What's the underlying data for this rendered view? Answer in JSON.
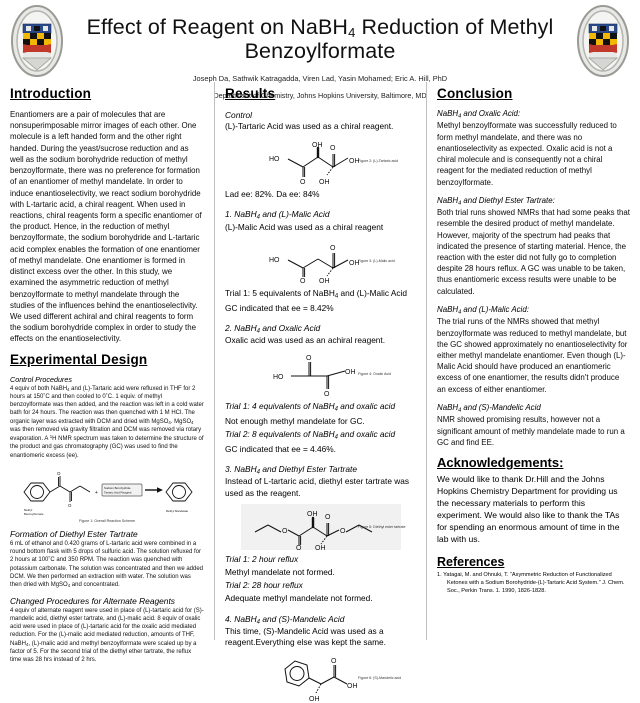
{
  "header": {
    "title_part1": "Effect of Reagent on NaBH",
    "title_sub": "4",
    "title_part2": " Reduction of Methyl Benzoylformate",
    "authors": "Joseph Da, Sathwik Katragadda, Viren Lad, Yasin Mohamed; Eric A. Hill, PhD",
    "department": "Department of Chemistry, Johns Hopkins University, Baltimore, MD",
    "logo_left": "jhu-crest-icon",
    "logo_right": "jhu-crest-icon"
  },
  "introduction": {
    "heading": "Introduction",
    "paragraph": "Enantiomers are a pair of molecules that are nonsuperimposable mirror images of each other. One molecule is a left handed form and the other right handed. During the yeast/sucrose reduction and as well as the sodium borohydride reduction of methyl benzoylformate, there was no preference for formation of an enantiomer of methyl mandelate. In order to induce enantioselectivity, we react sodium borohydride with L-tartaric acid, a chiral reagent. When used in reactions, chiral reagents form a specific enantiomer of the product. Hence, in the reduction of methyl benzoylformate, the sodium borohydride and L-tartaric acid complex enables the formation of one enantiomer of methyl mandelate. One enantiomer is formed in distinct excess over the other. In this study, we examined the asymmetric reduction of methyl benzoylformate to methyl mandelate through the studies of  the influences behind the enantioselectivity. We used different achiral and chiral reagents to form the sodium borohydride complex in order to study the effects on the enantioselectivity."
  },
  "experimental": {
    "heading": "Experimental Design",
    "control_title": "Control Procedures",
    "control_body": "4 equiv of both NaBH4 and (L)-Tartaric acid were refluxed in THF for 2 hours at 150˚C and then cooled to 0˚C. 1 equiv. of methyl benzoylformate was then added, and the reaction was left in a cold water bath for 24 hours.  The reaction was then quenched with 1 M HCl. The organic layer was extracted with DCM and dried with MgSO4.  MgSO4 was then removed via gravity filtration and DCM was removed via rotary evaporation. A 1H NMR spectrum was taken to determine the structure of the product and gas chromatography (GC) was used to find the enantiomeric excess (ee).",
    "scheme_caption": "Figure 1: Overall Reaction Scheme",
    "scheme_label_reactant": "Methyl Benzoylformate",
    "scheme_label_product": "Methyl Mandelate",
    "scheme_label_reagent": "Sodium Borohydride-Tartaric Acid Reagent Mixture",
    "diethyl_title": "Formation of Diethyl Ester Tartrate",
    "diethyl_body": "6 mL of ethanol and 0.420 grams of L-tartaric acid were combined in a round bottom flask with 5 drops of sulfuric acid. The solution refluxed for 2 hours at 100˚C and 350 RPM. The reaction was quenched with potassium carbonate. The solution was concentrated and then we added DCM. We then performed an extraction with water. The solution was then dried with  MgSO4  and concentrated.",
    "changed_title": "Changed Procedures for Alternate Reagents",
    "changed_body": "4 equiv of alternate reagent were used in place of (L)-tartaric acid for (S)-mandelic acid, diethyl ester tartrate, and (L)-malic acid. 8 equiv of oxalic acid were used in place of (L)-tartaric acid for the oxalic acid mediated reduction. For the (L)-malic acid mediated reduction, amounts of THF, NaBH4, (L)-malic acid and methyl benzoylformate were scaled up by a factor of 5.  For the second trial of the diethyl ether tartrate, the reflux time was 28 hrs instead of 2 hrs."
  },
  "results": {
    "heading": "Results",
    "sections": [
      {
        "title": "Control",
        "desc": "(L)-Tartaric Acid was used as a chiral reagent.",
        "figure_caption": "Figure 2: (L)-Tartaric acid",
        "molecule": "tartaric-acid-structure",
        "lines": [
          "Lad ee: 82%. Da ee: 84%"
        ]
      },
      {
        "title": "1.  NaBH4 and (L)-Malic Acid",
        "desc": "(L)-Malic Acid was used as a chiral reagent",
        "figure_caption": "Figure 3: (L)-Malic acid",
        "molecule": "malic-acid-structure",
        "lines": [
          "Trial 1: 5 equivalents of NaBH4 and (L)-Malic Acid",
          "GC indicated that ee = 8.42%"
        ]
      },
      {
        "title": "2.  NaBH4 and Oxalic Acid",
        "desc": "Oxalic acid was used as an achiral reagent.",
        "figure_caption": "Figure 4: Oxalic Acid",
        "molecule": "oxalic-acid-structure",
        "lines": [
          "Trial 1: 4 equivalents of NaBH4 and oxalic acid",
          "Not enough methyl mandelate for GC.",
          "Trial 2: 8 equivalents of NaBH4 and oxalic acid",
          "GC indicated that ee = 4.46%."
        ]
      },
      {
        "title": "3.  NaBH4 and Diethyl Ester Tartrate",
        "desc": "Instead of L-tartaric acid, diethyl ester tartrate was used as the reagent.",
        "figure_caption": "Figure 5: Diethyl ester tartrate",
        "molecule": "diethyl-ester-tartrate-structure",
        "lines": [
          "Trial 1: 2 hour reflux",
          "Methyl mandelate not formed.",
          "Trial 2: 28 hour reflux",
          "Adequate methyl mandelate not formed."
        ]
      },
      {
        "title": "4.  NaBH4 and (S)-Mandelic Acid",
        "desc": "This time, (S)-Mandelic Acid was used as a reagent.Everything else was kept the same.",
        "figure_caption": "Figure 6: (S)-Mandelic acid",
        "molecule": "mandelic-acid-structure",
        "lines": []
      }
    ]
  },
  "conclusion": {
    "heading": "Conclusion",
    "blocks": [
      {
        "title": "NaBH4 and Oxalic Acid:",
        "body": "Methyl benzoylformate was successfully reduced to form methyl mandelate, and there was no enantioselectivity as expected. Oxalic acid is not a chiral molecule and is consequently not a chiral reagent for the mediated reduction of methyl benzoylformate."
      },
      {
        "title": "NaBH4  and Diethyl Ester Tartrate:",
        "body": "Both trial runs showed NMRs  that had some peaks that resemble the desired product of methyl mandelate. However, majority of the spectrum had peaks that indicated the presence of starting material. Hence, the reaction with the ester did not fully go to completion despite 28 hours reflux. A GC was unable to be taken, thus enantiomeric excess results were unable to be calculated."
      },
      {
        "title": "NaBH4  and (L)-Malic Acid:",
        "body": "The trial runs of the NMRs showed that methyl benzoylformate was reduced to methyl mandelate, but the GC showed approximately no enantioselectivity for either methyl mandelate enantiomer. Even though (L)-Malic Acid should have produced an enantiomeric excess of one enantiomer, the results didn't produce an excess of either enantiomer."
      },
      {
        "title": "NaBH4 and (S)-Mandelic Acid",
        "body": "NMR showed promising results, however not a significant amount of  methly mandelate made to run a GC and find EE."
      }
    ]
  },
  "acknowledgements": {
    "heading": "Acknowledgements:",
    "body": "We would like to thank Dr.Hill and the Johns Hopkins Chemistry Department for providing us the necessary materials to perform this experiment. We would also like to thank the TAs for spending an enormous amount of time in the lab with us."
  },
  "references": {
    "heading": "References",
    "items": [
      "1.   Yatagai, M. and Ohnuki, T.  “Asymmetric Reduction of Functionalized Ketones with a Sodium Borohydride-(L)-Tartaric Acid System.” J. Chem. Soc., Perkin Trans. 1.  1990, 1826-1828."
    ]
  },
  "colors": {
    "divider": "#bfbfbf",
    "text": "#000000",
    "figure_shade": "#f1f1f1"
  }
}
